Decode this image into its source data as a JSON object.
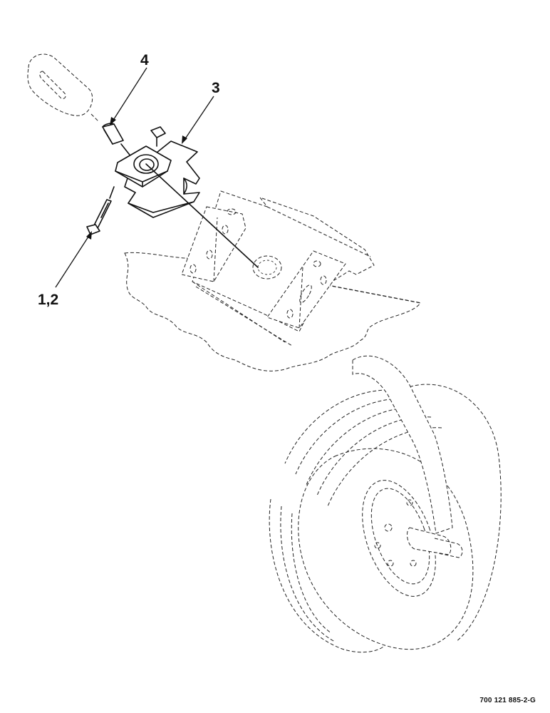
{
  "callouts": {
    "item_4": "4",
    "item_3": "3",
    "items_1_2": "1,2"
  },
  "drawing_number": "700 121 885-2-G"
}
